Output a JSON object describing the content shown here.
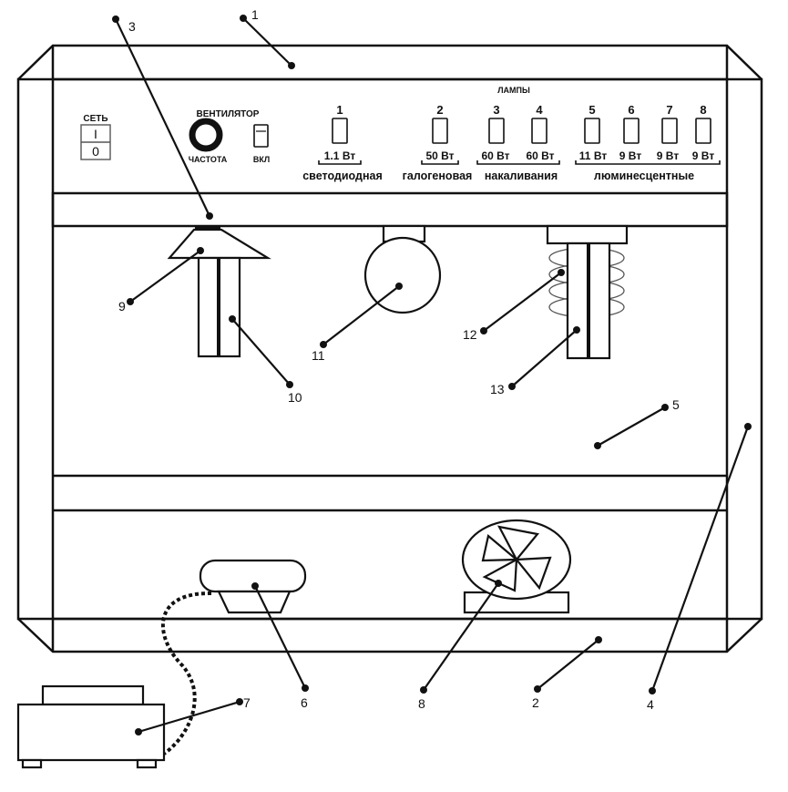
{
  "panel": {
    "power_label": "СЕТЬ",
    "power_on": "I",
    "power_off": "0",
    "fan_label": "ВЕНТИЛЯТОР",
    "frequency_label": "ЧАСТОТА",
    "fan_switch_label": "ВКЛ",
    "lamps_header": "ЛАМПЫ",
    "lamp_switches": [
      {
        "number": "1",
        "power": "1.1 Вт"
      },
      {
        "number": "2",
        "power": "50 Вт"
      },
      {
        "number": "3",
        "power": "60 Вт"
      },
      {
        "number": "4",
        "power": "60 Вт"
      },
      {
        "number": "5",
        "power": "11 Вт"
      },
      {
        "number": "6",
        "power": "9 Вт"
      },
      {
        "number": "7",
        "power": "9 Вт"
      },
      {
        "number": "8",
        "power": "9 Вт"
      }
    ],
    "lamp_groups": [
      "светодиодная",
      "галогеновая",
      "накаливания",
      "люминесцентные"
    ]
  },
  "callouts": [
    "1",
    "2",
    "3",
    "4",
    "5",
    "6",
    "7",
    "8",
    "9",
    "10",
    "11",
    "12",
    "13"
  ]
}
